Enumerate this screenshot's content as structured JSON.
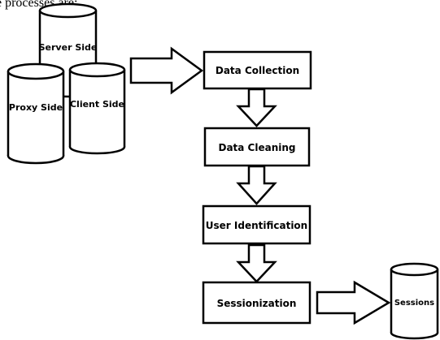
{
  "intro_text": "e processes are:",
  "sources": [
    {
      "label": "Server Side"
    },
    {
      "label": "Proxy Side"
    },
    {
      "label": "Client Side"
    }
  ],
  "steps": [
    {
      "label": "Data Collection"
    },
    {
      "label": "Data Cleaning"
    },
    {
      "label": "User Identification"
    },
    {
      "label": "Sessionization"
    }
  ],
  "output": {
    "label": "Sessions"
  }
}
